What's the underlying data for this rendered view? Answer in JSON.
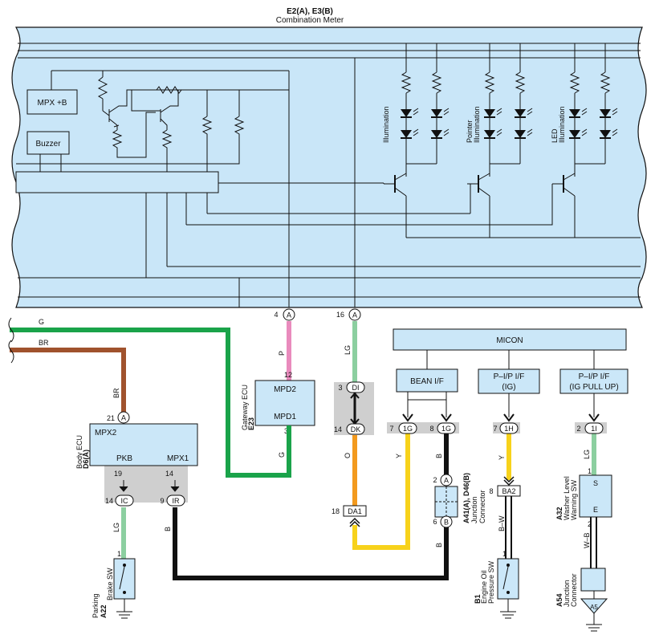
{
  "meter": {
    "title_line1": "E2(A), E3(B)",
    "title_line2": "Combination Meter"
  },
  "internal": {
    "mpx": "MPX +B",
    "buzzer": "Buzzer"
  },
  "illumination": [
    "Illumination",
    "Pointer\nIllumination",
    "LED\nIllumination"
  ],
  "gateway": {
    "code": "E23",
    "name": "Gateway ECU",
    "mpd2": "MPD2",
    "mpd1": "MPD1",
    "pin_mpd2": "12",
    "pin_mpd1": "3"
  },
  "body_ecu": {
    "code": "D6(A)",
    "name": "Body ECU",
    "mpx2": "MPX2",
    "pkb": "PKB",
    "mpx1": "MPX1",
    "pin_mpx2": "21",
    "pin_pkb": "19",
    "pin_mpx1": "14"
  },
  "micon": {
    "label": "MICON",
    "bean": "BEAN I/F",
    "pip_ig": "P–I/P I/F\n(IG)",
    "pip_pullup": "P–I/P I/F\n(IG PULL UP)"
  },
  "meter_pins": [
    {
      "num": "4",
      "conn": "A"
    },
    {
      "num": "16",
      "conn": "A"
    }
  ],
  "connectors": {
    "di": {
      "num": "3",
      "label": "DI"
    },
    "dk": {
      "num": "14",
      "label": "DK"
    },
    "da1": {
      "num": "18",
      "label": "DA1"
    },
    "g1": {
      "num": "7",
      "label": "1G"
    },
    "g2": {
      "num": "8",
      "label": "1G"
    },
    "h1": {
      "num": "7",
      "label": "1H"
    },
    "i1": {
      "num": "2",
      "label": "1I"
    },
    "ic": {
      "num": "14",
      "label": "IC"
    },
    "ir": {
      "num": "9",
      "label": "IR"
    },
    "ba2": {
      "num": "8",
      "label": "BA2"
    },
    "a21": {
      "num": "21",
      "label": "A"
    },
    "jc_a": {
      "num": "2",
      "label": "A"
    },
    "jc_b": {
      "num": "6",
      "label": "B"
    }
  },
  "wire_colors": {
    "g": "G",
    "br": "BR",
    "p": "P",
    "lg": "LG",
    "o": "O",
    "y": "Y",
    "b": "B",
    "bw": "B–W",
    "wb": "W–B"
  },
  "junction": {
    "code": "A41(A), D46(B)",
    "name": "Junction\nConnector"
  },
  "parking": {
    "code": "A22",
    "name": "Parking\nBrake SW",
    "pin": "1"
  },
  "oil": {
    "code": "B1",
    "name": "Engine Oil\nPressure SW",
    "pin": "1"
  },
  "washer": {
    "code": "A32",
    "name": "Washer Level\nWarning SW",
    "s": "S",
    "e": "E",
    "pin1": "1",
    "pin2": "2"
  },
  "junction2": {
    "code": "A54",
    "name": "Junction\nConnector"
  },
  "ground_a5": "A5",
  "colors": {
    "meter_fill": "#c9e6f8",
    "green": "#1aa34a",
    "brown": "#a0522d",
    "pink": "#e98bbd",
    "lightgreen": "#8ccfa0",
    "orange": "#f39a1e",
    "yellow": "#f7d21b",
    "black": "#111111"
  }
}
